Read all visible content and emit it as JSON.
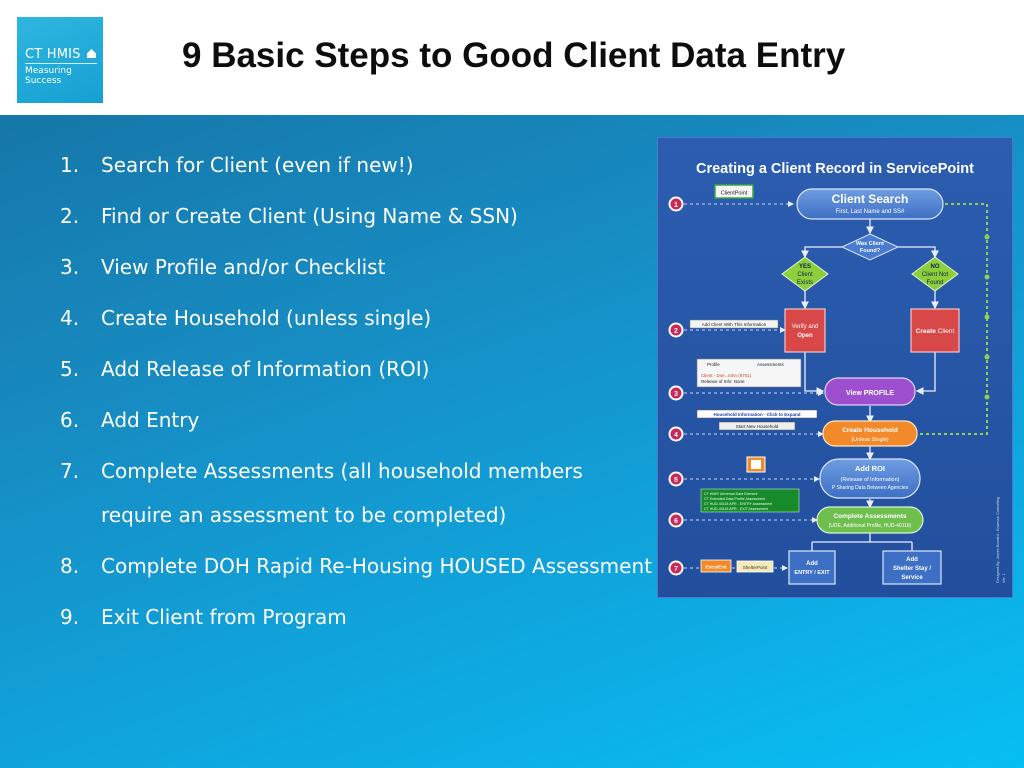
{
  "header": {
    "title": "9 Basic Steps to Good Client Data Entry",
    "logo": {
      "line1": "CT HMIS",
      "line2": "Measuring Success"
    }
  },
  "steps": [
    {
      "num": "1.",
      "text": "Search for Client (even if new!)"
    },
    {
      "num": "2.",
      "text": "Find or Create Client (Using Name & SSN)"
    },
    {
      "num": "3.",
      "text": "View Profile and/or Checklist"
    },
    {
      "num": "4.",
      "text": "Create Household (unless single)"
    },
    {
      "num": "5.",
      "text": "Add Release of Information (ROI)"
    },
    {
      "num": "6.",
      "text": "Add Entry"
    },
    {
      "num": "7.",
      "text": "Complete Assessments (all household members require an assessment to be completed)"
    },
    {
      "num": "8.",
      "text": "Complete DOH Rapid Re-Housing HOUSED Assessment"
    },
    {
      "num": "9.",
      "text": "Exit Client from Program"
    }
  ],
  "diagram": {
    "title": "Creating a Client Record in ServicePoint",
    "step_numbers": [
      "1",
      "2",
      "3",
      "4",
      "5",
      "6",
      "7"
    ],
    "clientpoint_label": "ClientPoint",
    "client_search": {
      "title": "Client Search",
      "sub": "First, Last Name and SS#"
    },
    "decision": {
      "line1": "Was Client",
      "line2": "Found?"
    },
    "yes": {
      "line1": "YES",
      "line2": "Client",
      "line3": "Exists"
    },
    "no": {
      "line1": "NO",
      "line2": "Client Not",
      "line3": "Found"
    },
    "add_client_label": "Add Client With This Information",
    "verify": {
      "line1": "Verify and",
      "line2": "Open"
    },
    "create_client": {
      "bold": "Create",
      "rest": " Client"
    },
    "profile_tab": "Profile",
    "assessments_tab": "Assessments",
    "client_snippet": "Client - Doe, John (8761)",
    "release_of_info": "Release of Info: None",
    "view_profile": "View PROFILE",
    "household_info": "Household Information - Click to Expand",
    "start_household": "Start New Household",
    "create_household": {
      "line1": "Create Household",
      "line2": "(Unless Single)"
    },
    "add_roi": {
      "line1": "Add ROI",
      "line2": "(Release of Information)",
      "line3": "P Sharing Data Between Agencies"
    },
    "assessment_list": [
      "CT HMIS Universal Data Element",
      "CT Extended Data Profile Assessment",
      "CT HUD-40118 APR - ENTRY Assessment",
      "CT HUD-40118 APR - EXIT Assessment"
    ],
    "complete_assessments": {
      "line1": "Complete Assessments",
      "line2": "(UDE, Additional Profile, HUD-40118)"
    },
    "entry_exit_label": "Entry/Exit",
    "shelter_label": "ShelterPoint",
    "add_entry_exit": {
      "line1": "Add",
      "line2": "ENTRY / EXIT"
    },
    "add_shelter": {
      "line1": "Add",
      "line2": "Shelter Stay /",
      "line3": "Service"
    },
    "credit": "Designed By: James Bovaird - Bowman Consulting",
    "version": "Ver. 1"
  },
  "colors": {
    "title_text": "#0d0d0d",
    "background_top": "#1677a9",
    "background_bottom": "#07bff4",
    "diagram_bg": "#2b5fb0",
    "green_diamond": "#8ccf3a",
    "red_box": "#d94848",
    "purple_box": "#9d4fcf",
    "orange_box": "#f28a2a",
    "step_circle": "#c8285a"
  }
}
